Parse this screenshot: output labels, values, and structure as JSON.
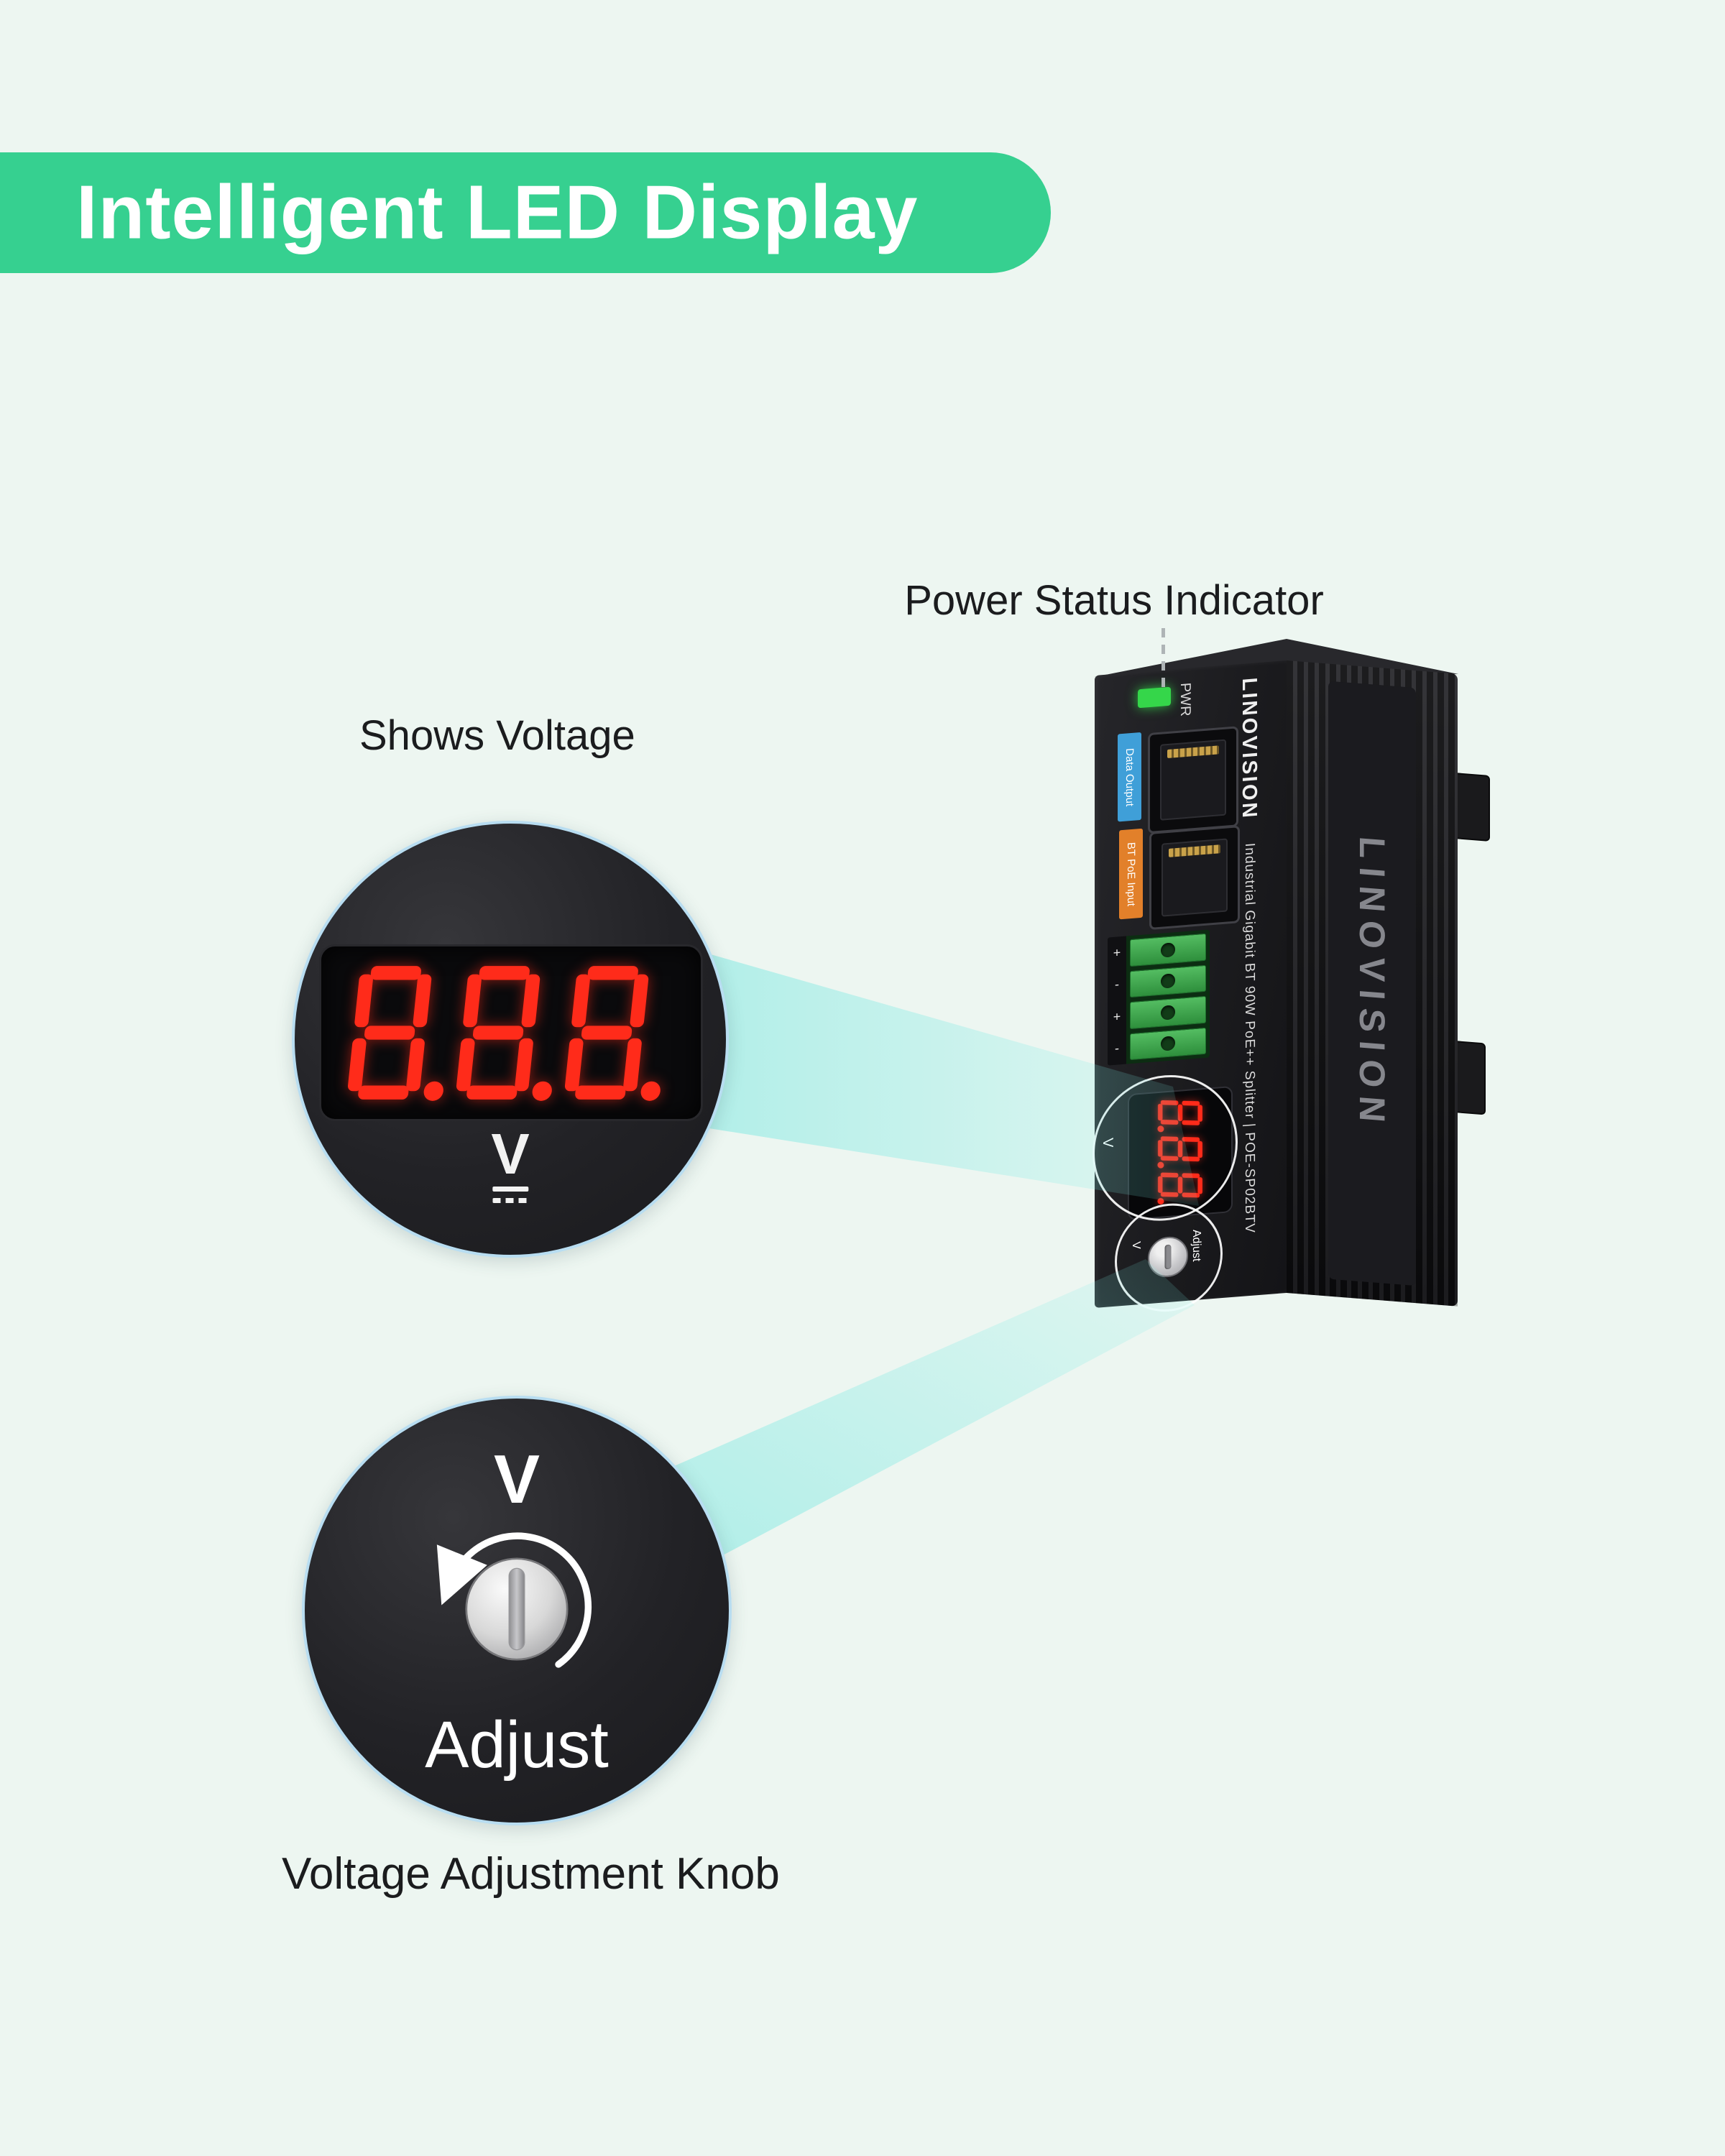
{
  "banner": {
    "title": "Intelligent LED Display"
  },
  "annotations": {
    "power_status": "Power Status Indicator",
    "shows_voltage": "Shows Voltage",
    "voltage_knob": "Voltage Adjustment Knob"
  },
  "device": {
    "pwr_label": "PWR",
    "port1_tag": "Data Output",
    "port2_tag": "BT PoE Input",
    "brand": "LINOVISION",
    "model_text": "Industrial Gigabit BT 90W PoE++ Splitter | POE-SP02BTV",
    "side_brand": "LINOVISION",
    "terminal_marks": [
      "+",
      "-",
      "+",
      "-"
    ],
    "display_value": "8.8.8.",
    "display_unit": "V",
    "knob_unit": "V",
    "knob_label": "Adjust"
  },
  "callout_display": {
    "value": "8.8.8.",
    "unit": "V"
  },
  "callout_knob": {
    "unit": "V",
    "label": "Adjust"
  },
  "colors": {
    "background": "#edf6f1",
    "banner_green": "#36d090",
    "led_red": "#ff2b1a",
    "pwr_green": "#35d64a",
    "tag_blue": "#3f9fd8",
    "tag_orange": "#e2802a",
    "terminal_green": "#3aa94c",
    "beam_teal": "#74e6df",
    "circle_ring": "#b8ddf1"
  }
}
